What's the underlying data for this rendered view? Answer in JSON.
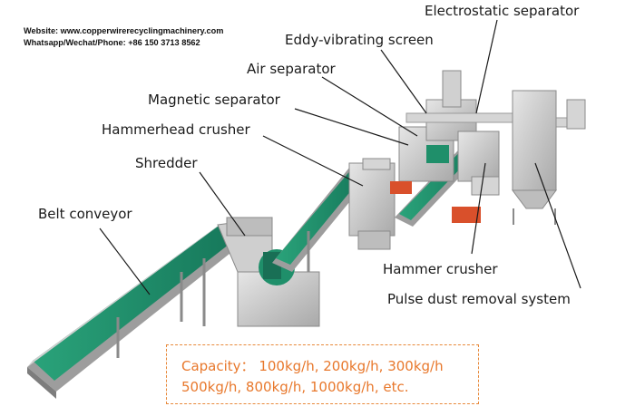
{
  "contact": {
    "website": "Website: www.copperwirerecyclingmachinery.com",
    "phone": "Whatsapp/Wechat/Phone: +86 150 3713 8562"
  },
  "labels": {
    "electrostatic_separator": "Electrostatic separator",
    "eddy_vibrating_screen": "Eddy-vibrating screen",
    "air_separator": "Air separator",
    "magnetic_separator": "Magnetic separator",
    "hammerhead_crusher": "Hammerhead crusher",
    "shredder": "Shredder",
    "belt_conveyor": "Belt conveyor",
    "hammer_crusher": "Hammer crusher",
    "pulse_dust_removal_system": "Pulse dust removal system"
  },
  "capacity": {
    "line1": "Capacity： 100kg/h, 200kg/h, 300kg/h",
    "line2": "500kg/h, 800kg/h, 1000kg/h, etc."
  },
  "colors": {
    "belt_green": "#1f8f6a",
    "machine_gray": "#c9c9c9",
    "orange_bin": "#d9502b",
    "capacity_orange": "#e8782c"
  }
}
